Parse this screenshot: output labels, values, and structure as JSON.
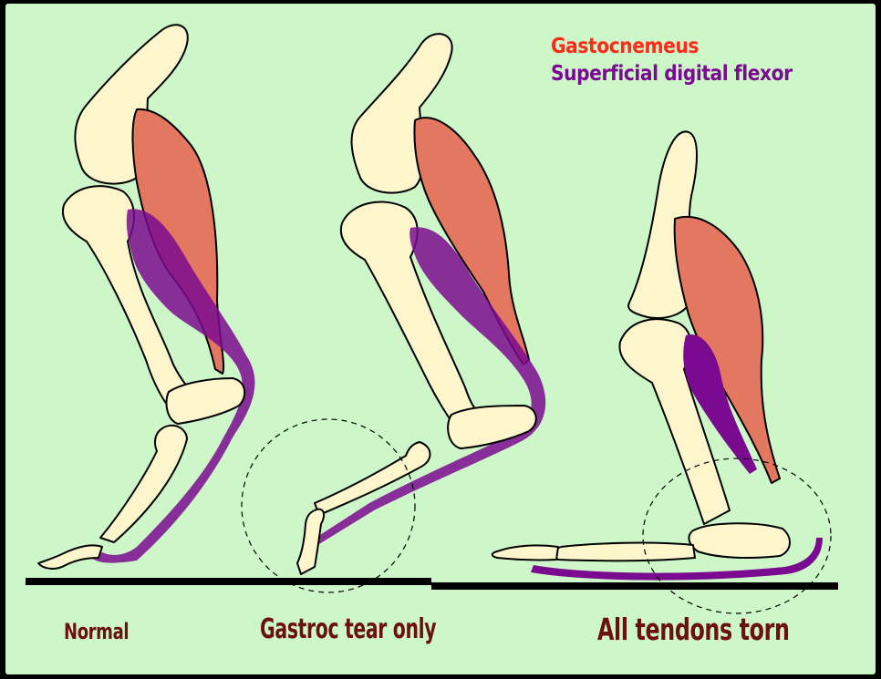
{
  "legend": {
    "items": [
      {
        "label": "Gastocnemeus",
        "color": "#ff2a1a"
      },
      {
        "label": "Superficial digital flexor",
        "color": "#7a0a8f"
      }
    ]
  },
  "captions": {
    "normal": "Normal",
    "gastroc_tear": "Gastroc tear only",
    "all_torn": "All tendons torn"
  },
  "colors": {
    "background": "#cdf7c8",
    "bone": "#fdf6cc",
    "gastrocnemius_muscle": "#e4775f",
    "sdf_tendon": "#7a0a8f",
    "ground": "#000000",
    "caption_text": "#6b0f0f"
  }
}
